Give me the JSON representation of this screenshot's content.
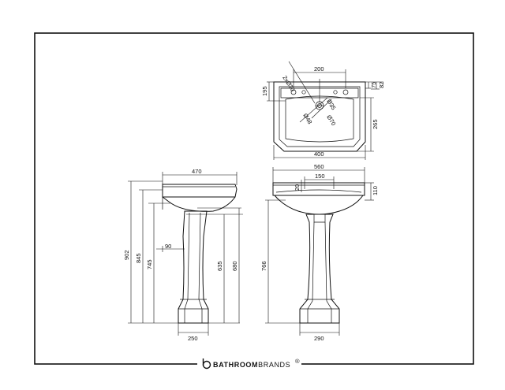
{
  "dimensions": {
    "plan": {
      "tap_spacing": "200",
      "tap_holes": "2xØ30",
      "waste_hole": "Ø35",
      "bowl_dia_outer": "Ø70",
      "bowl_dia_inner": "Ø48",
      "back_height": "195",
      "top_step_a": "75",
      "top_step_b": "82",
      "depth": "265",
      "width": "400"
    },
    "side": {
      "depth": "470",
      "overall_height": "902",
      "rim_height": "845",
      "bowl_height": "745",
      "wall_offset": "90",
      "pedestal_height": "635",
      "pedestal_total": "680",
      "base_width": "250"
    },
    "front": {
      "width": "560",
      "slope": "150",
      "lip": "20",
      "rim_depth": "110",
      "height": "766",
      "base_width": "290"
    }
  },
  "brand": {
    "name_bold": "BATHROOM",
    "name_regular": "BRANDS",
    "trademark": "®"
  },
  "icon": "bathroombrands-logo-icon"
}
